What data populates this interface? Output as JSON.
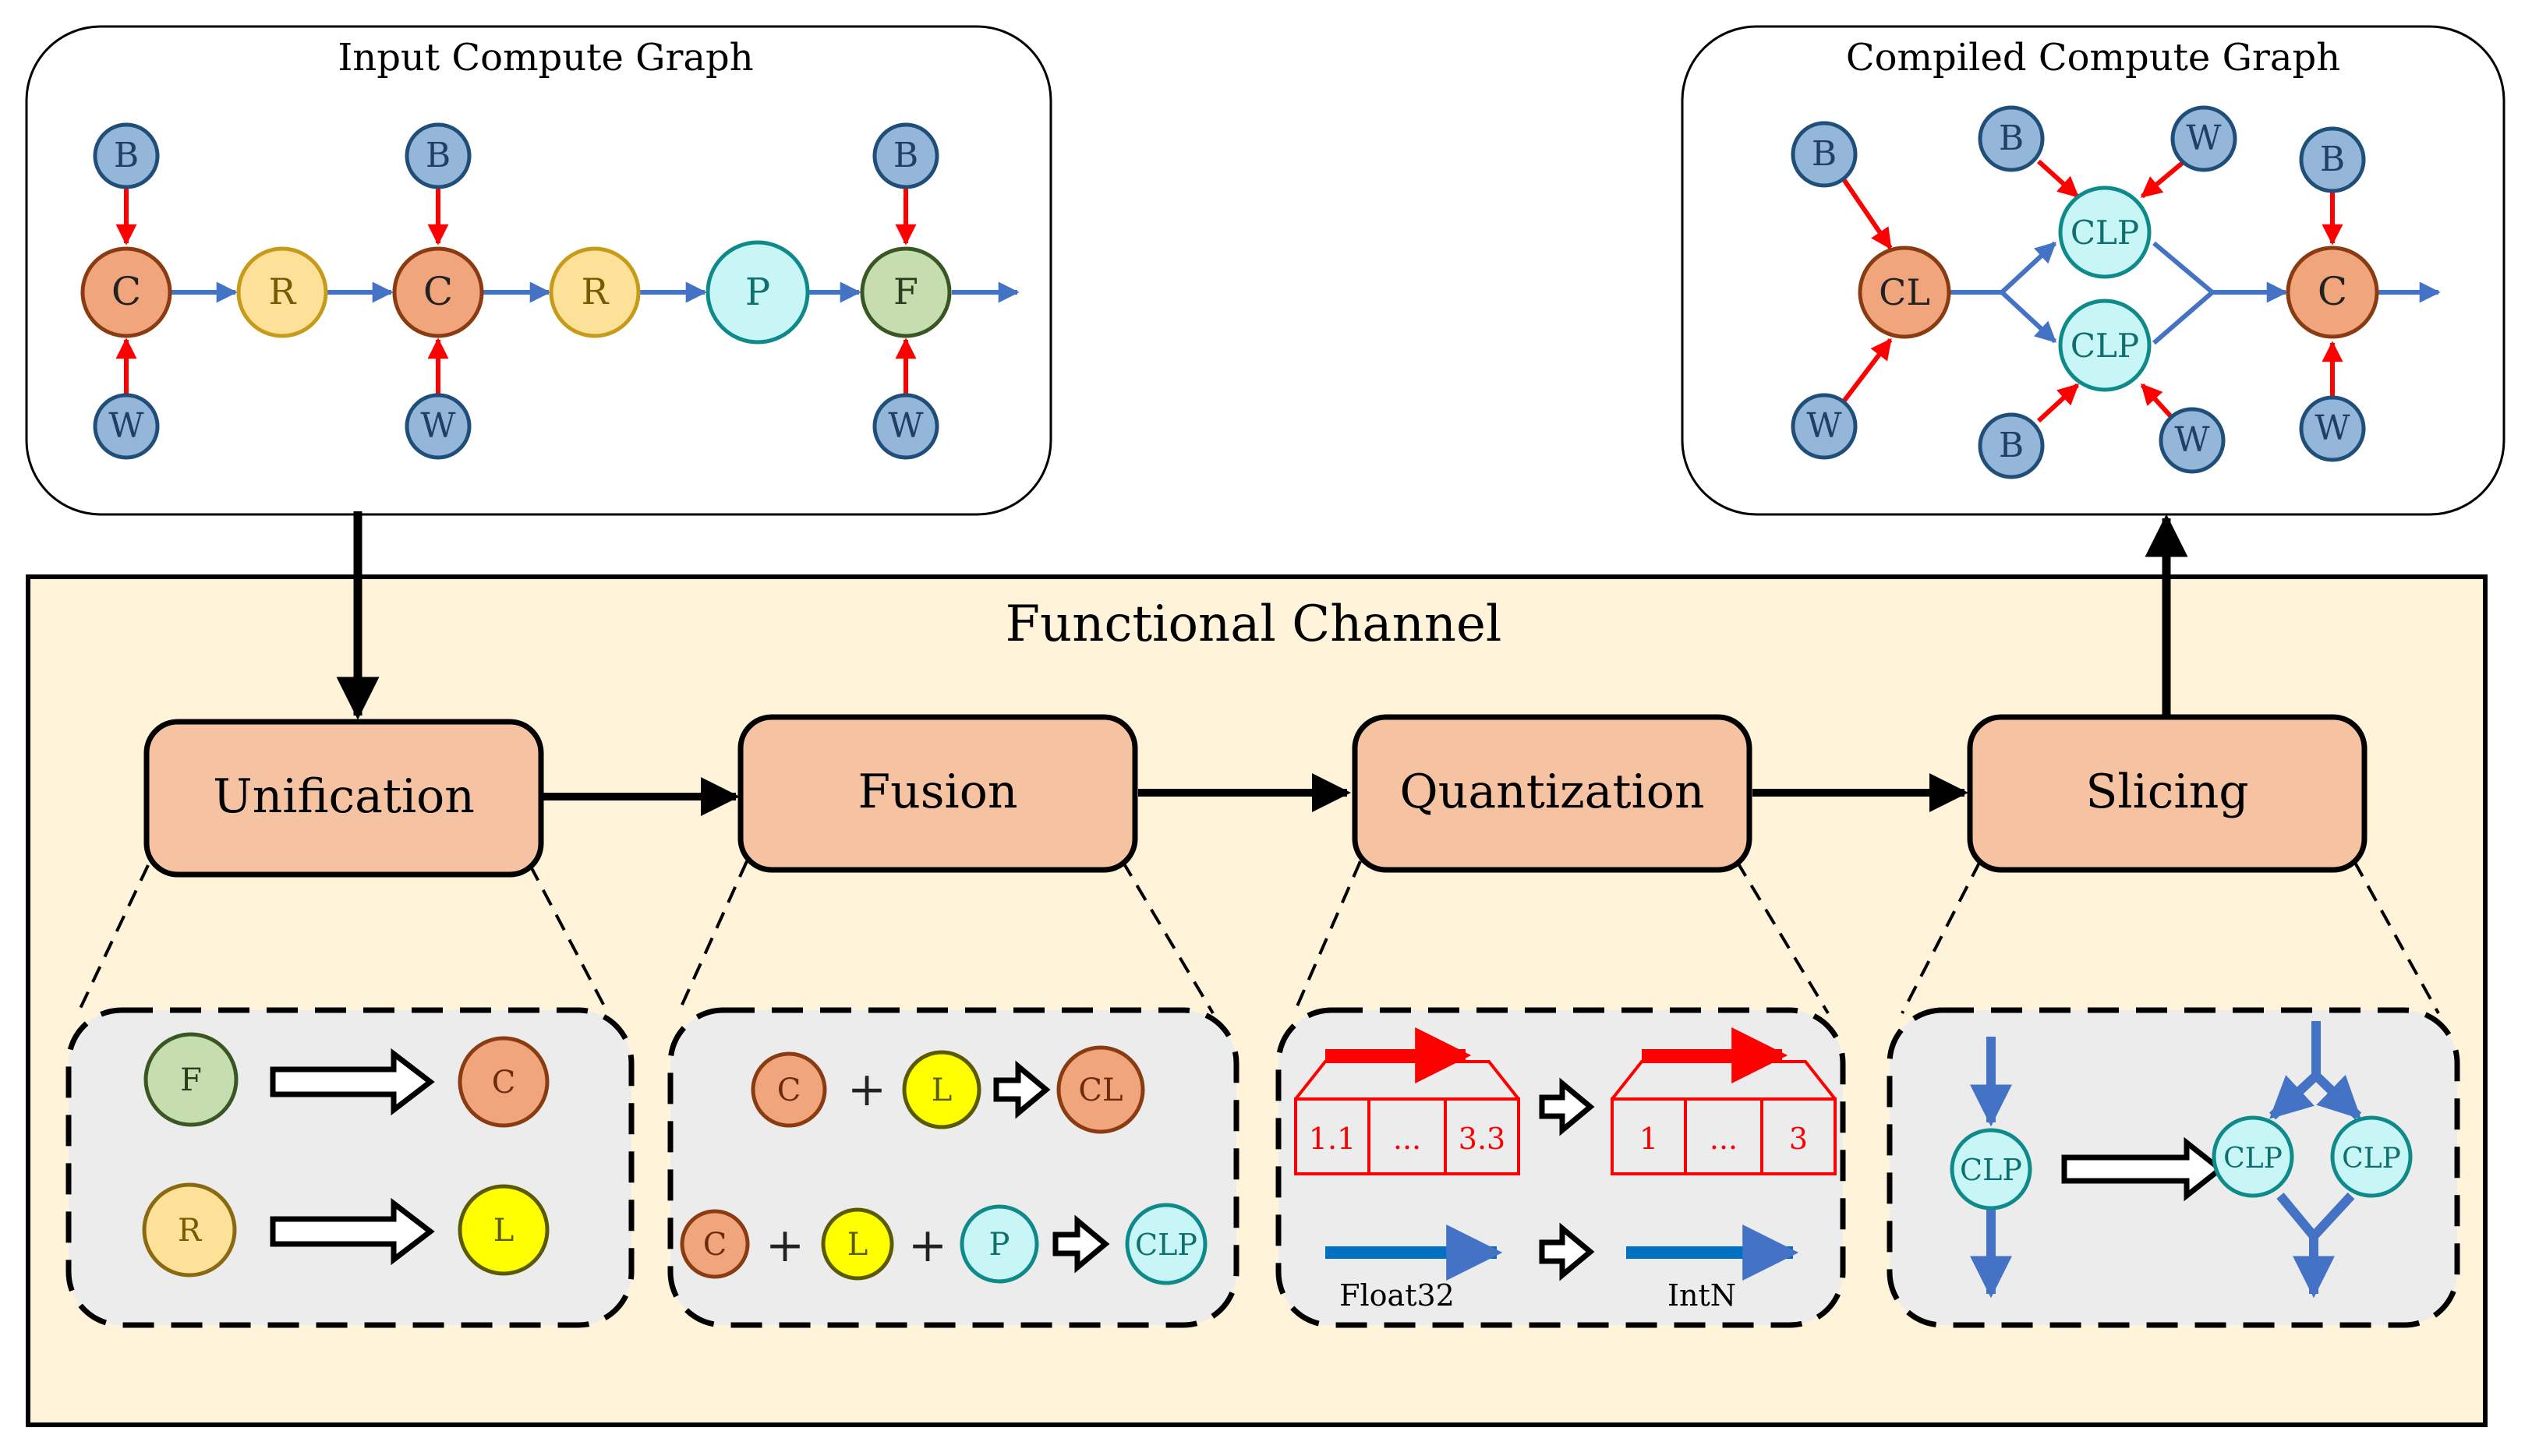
{
  "input_graph": {
    "title": "Input Compute Graph",
    "nodes": {
      "b1": "B",
      "w1": "W",
      "c1": "C",
      "r1": "R",
      "b2": "B",
      "w2": "W",
      "c2": "C",
      "r2": "R",
      "p1": "P",
      "b3": "B",
      "w3": "W",
      "f1": "F"
    }
  },
  "compiled_graph": {
    "title": "Compiled Compute Graph",
    "nodes": {
      "b1": "B",
      "w1": "W",
      "cl": "CL",
      "b2": "B",
      "w2": "W",
      "clp_top": "CLP",
      "b3": "B",
      "w3": "W",
      "clp_bottom": "CLP",
      "b4": "B",
      "w4": "W",
      "c": "C"
    }
  },
  "channel": {
    "title": "Functional Channel",
    "stages": {
      "unification": "Unification",
      "fusion": "Fusion",
      "quantization": "Quantization",
      "slicing": "Slicing"
    }
  },
  "unification_detail": {
    "row1_from": "F",
    "row1_to": "C",
    "row2_from": "R",
    "row2_to": "L"
  },
  "fusion_detail": {
    "row1": {
      "a": "C",
      "b": "L",
      "result": "CL"
    },
    "row2": {
      "a": "C",
      "b": "L",
      "c": "P",
      "result": "CLP"
    },
    "plus": "+"
  },
  "quantization_detail": {
    "float_cells": [
      "1.1",
      "...",
      "3.3"
    ],
    "int_cells": [
      "1",
      "...",
      "3"
    ],
    "float_label": "Float32",
    "int_label": "IntN"
  },
  "slicing_detail": {
    "single": "CLP",
    "split_left": "CLP",
    "split_right": "CLP"
  },
  "colors": {
    "bias_weight": "#93b6d9",
    "conv": "#f1a57c",
    "relu": "#fde199",
    "pool": "#c8f6f6",
    "fc": "#c6deaf",
    "linear": "#ffff00",
    "flow": "#4472c4",
    "param_edge": "#ff0000",
    "stage_fill": "#f5c3a2",
    "channel_bg": "#fff3d9",
    "detail_bg": "#ececec"
  }
}
